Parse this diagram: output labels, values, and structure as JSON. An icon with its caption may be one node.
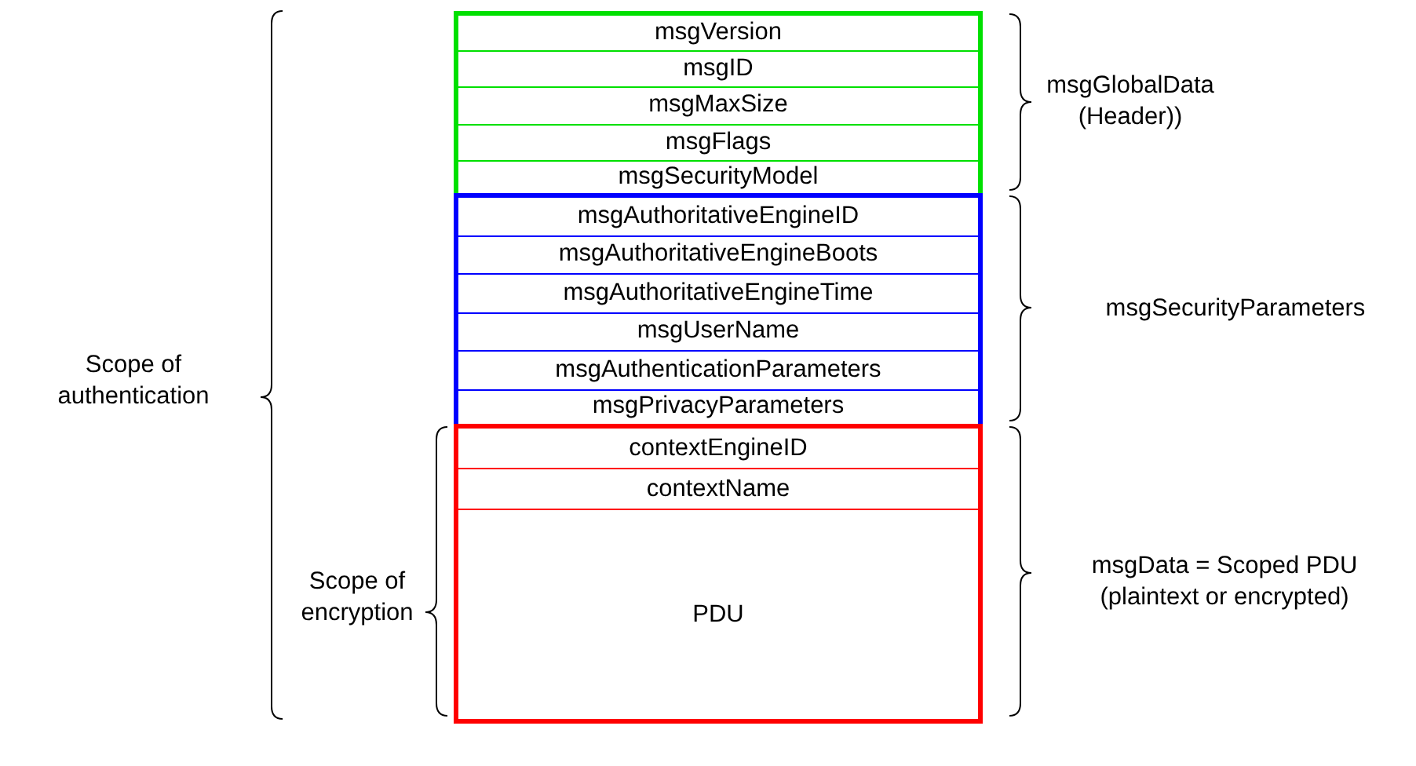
{
  "diagram": {
    "nodes": [
      {
        "text": [],
        "shape": "box"
      },
      {
        "text": [
          "msgVersion"
        ],
        "in": 0
      },
      {
        "text": [
          "msgID"
        ],
        "in": 0
      },
      {
        "text": [
          "msgMaxSize"
        ],
        "in": 0
      },
      {
        "text": [
          "msgFlags"
        ],
        "in": 0
      },
      {
        "text": [
          "msgSecurityModel"
        ],
        "in": 0
      },
      {
        "text": [],
        "shape": "box"
      },
      {
        "text": [
          "msgAuthoritativeEngineID"
        ],
        "in": 6
      },
      {
        "text": [
          "msgAuthoritativeEngineBoots"
        ],
        "in": 6
      },
      {
        "text": [
          "msgAuthoritativeEngineTime"
        ],
        "in": 6
      },
      {
        "text": [
          "msgUserName"
        ],
        "in": 6
      },
      {
        "text": [
          "msgAuthenticationParameters"
        ],
        "in": 6
      },
      {
        "text": [
          "msgPrivacyParameters"
        ],
        "in": 6
      },
      {
        "text": [],
        "shape": "box"
      },
      {
        "text": [
          "contextEngineID"
        ],
        "in": 13
      },
      {
        "text": [
          "contextName"
        ],
        "in": 13
      },
      {
        "text": [
          "PDU"
        ],
        "in": 13
      }
    ],
    "edges": [],
    "labels": [
      "msgGlobalData (Header))",
      "msgSecurityParameters",
      "Scope of authentication",
      "Scope of encryption",
      "msgData = Scoped PDU (plaintext or encrypted)"
    ]
  }
}
